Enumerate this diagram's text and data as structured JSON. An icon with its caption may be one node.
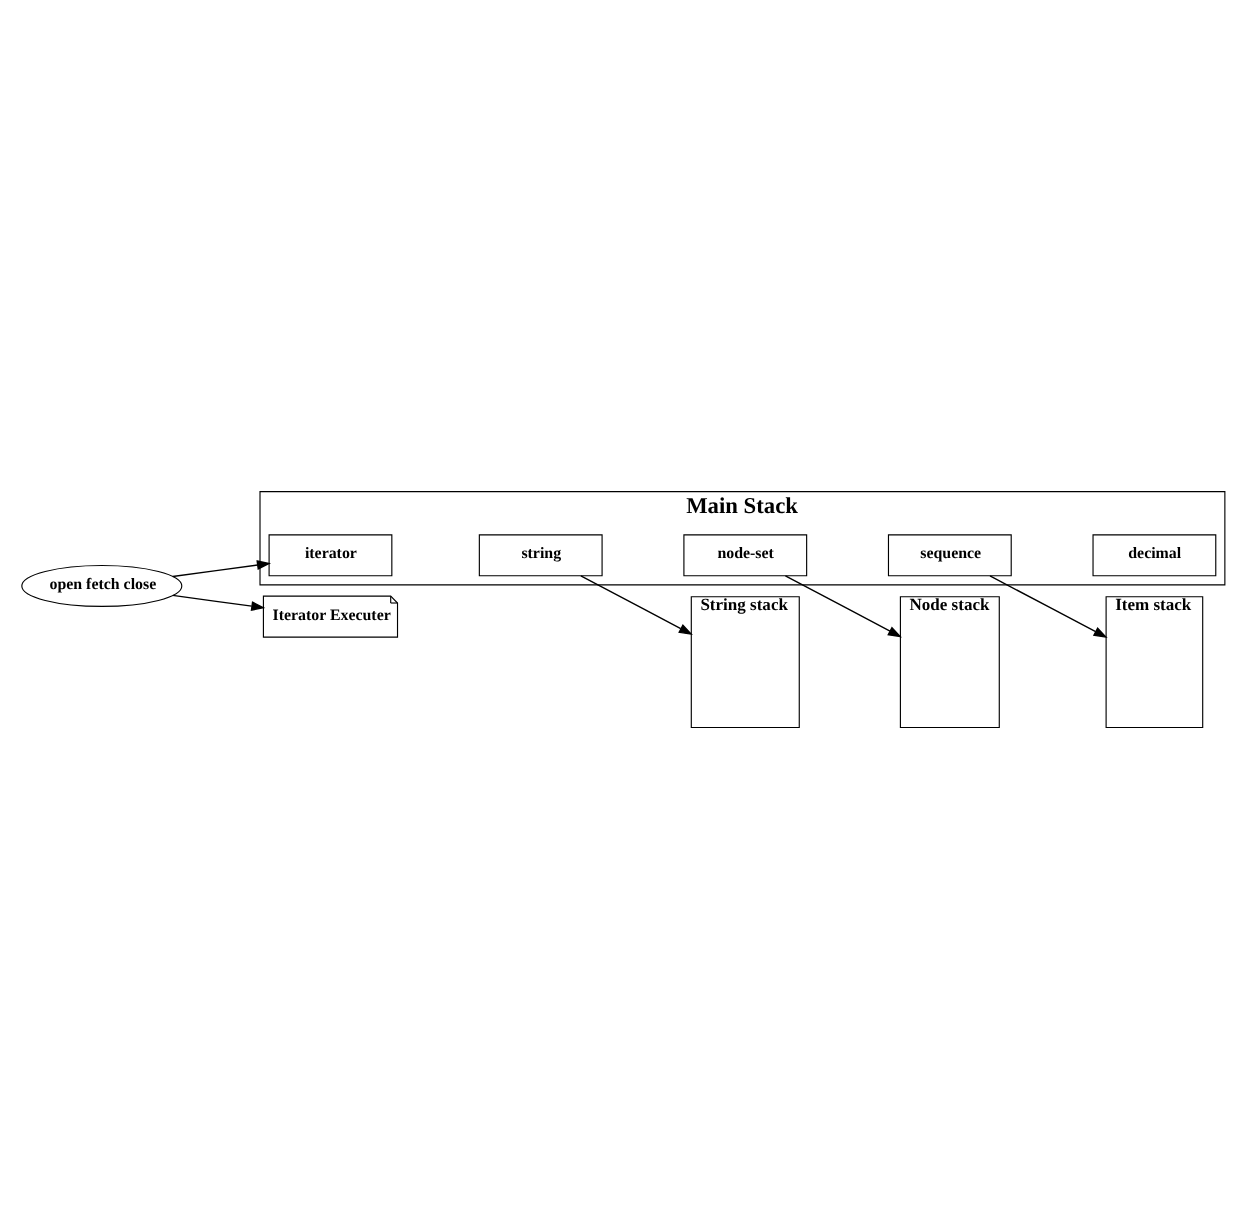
{
  "diagram": {
    "nodes": [
      {
        "text": [
          "Main Stack"
        ]
      },
      {
        "text": [
          "iterator"
        ],
        "in": 0
      },
      {
        "text": [
          "string"
        ],
        "in": 0
      },
      {
        "text": [
          "node-set"
        ],
        "in": 0
      },
      {
        "text": [
          "sequence"
        ],
        "in": 0
      },
      {
        "text": [
          "decimal"
        ],
        "in": 0
      },
      {
        "text": [
          "open fetch close"
        ]
      },
      {
        "text": [
          "Iterator Executer"
        ]
      },
      {
        "text": [
          "String stack"
        ]
      },
      {
        "text": [
          "Node stack"
        ]
      },
      {
        "text": [
          "Item stack"
        ]
      }
    ],
    "edges": [
      {
        "from": 6,
        "to": 1,
        "arrow": "to"
      },
      {
        "from": 6,
        "to": 7,
        "arrow": "to"
      },
      {
        "from": 2,
        "to": 8,
        "arrow": "to"
      },
      {
        "from": 3,
        "to": 9,
        "arrow": "to"
      },
      {
        "from": 4,
        "to": 10,
        "arrow": "to"
      }
    ]
  }
}
